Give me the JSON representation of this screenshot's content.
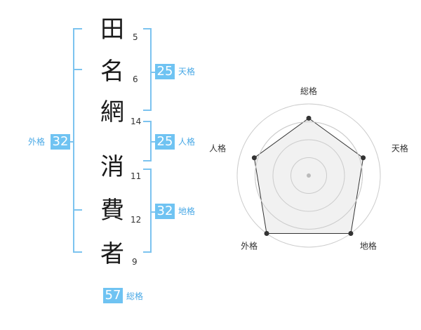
{
  "chars": [
    {
      "char": "田",
      "strokes": "5"
    },
    {
      "char": "名",
      "strokes": "6"
    },
    {
      "char": "網",
      "strokes": "14"
    },
    {
      "char": "消",
      "strokes": "11"
    },
    {
      "char": "費",
      "strokes": "12"
    },
    {
      "char": "者",
      "strokes": "9"
    }
  ],
  "kaku": {
    "tenkaku": {
      "value": "25",
      "label": "天格"
    },
    "jinkaku": {
      "value": "25",
      "label": "人格"
    },
    "chikaku": {
      "value": "32",
      "label": "地格"
    },
    "gaikaku": {
      "value": "32",
      "label": "外格"
    },
    "soukaku": {
      "value": "57",
      "label": "総格"
    }
  },
  "chart_data": {
    "type": "radar",
    "axes": [
      "総格",
      "天格",
      "地格",
      "外格",
      "人格"
    ],
    "values": [
      0.8,
      0.8,
      1.0,
      1.0,
      0.8
    ],
    "rings": 4,
    "colors": {
      "line": "#333333",
      "fill": "#efefef",
      "ring": "#cccccc",
      "point": "#333333",
      "center": "#bbbbbb"
    }
  },
  "colors": {
    "accent": "#6fc3f2",
    "bracket": "#7cc3ef"
  }
}
